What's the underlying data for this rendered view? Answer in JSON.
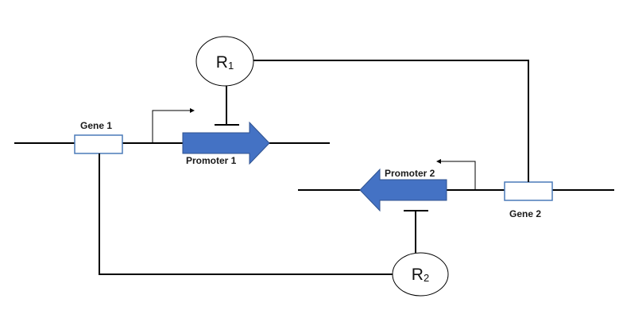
{
  "diagram": {
    "gene1": {
      "label": "Gene 1"
    },
    "gene2": {
      "label": "Gene 2"
    },
    "promoter1": {
      "label": "Promoter 1"
    },
    "promoter2": {
      "label": "Promoter 2"
    },
    "repressor1": {
      "letter": "R",
      "index": "1"
    },
    "repressor2": {
      "letter": "R",
      "index": "2"
    }
  },
  "colors": {
    "line": "#000000",
    "gene_box_border": "#4a7ab8",
    "promoter_fill": "#4472c4",
    "promoter_border": "#2f528f"
  }
}
